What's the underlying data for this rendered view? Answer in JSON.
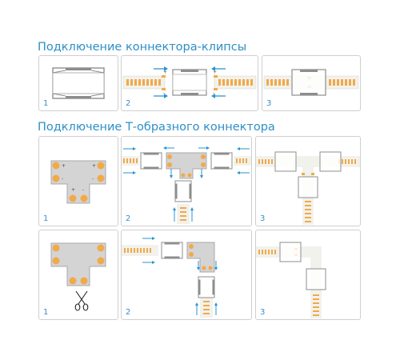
{
  "section1": {
    "title": "Подключение коннектора-клипсы",
    "steps": [
      "1",
      "2",
      "3"
    ]
  },
  "section2": {
    "title": "Подключение Т-образного коннектора",
    "steps": [
      "1",
      "2",
      "3"
    ]
  },
  "section3": {
    "steps": [
      "1",
      "2",
      "3"
    ]
  },
  "colors": {
    "heading": "#2d8fc6",
    "arrow": "#2a94d0",
    "led": "#f2a94a",
    "strip": "#f2f2ec",
    "connector": "#b0b0b0"
  },
  "icons": {
    "scissors": "scissors-icon",
    "arrow": "arrow-icon"
  },
  "symbols": {
    "plus": "+",
    "minus": "-"
  }
}
